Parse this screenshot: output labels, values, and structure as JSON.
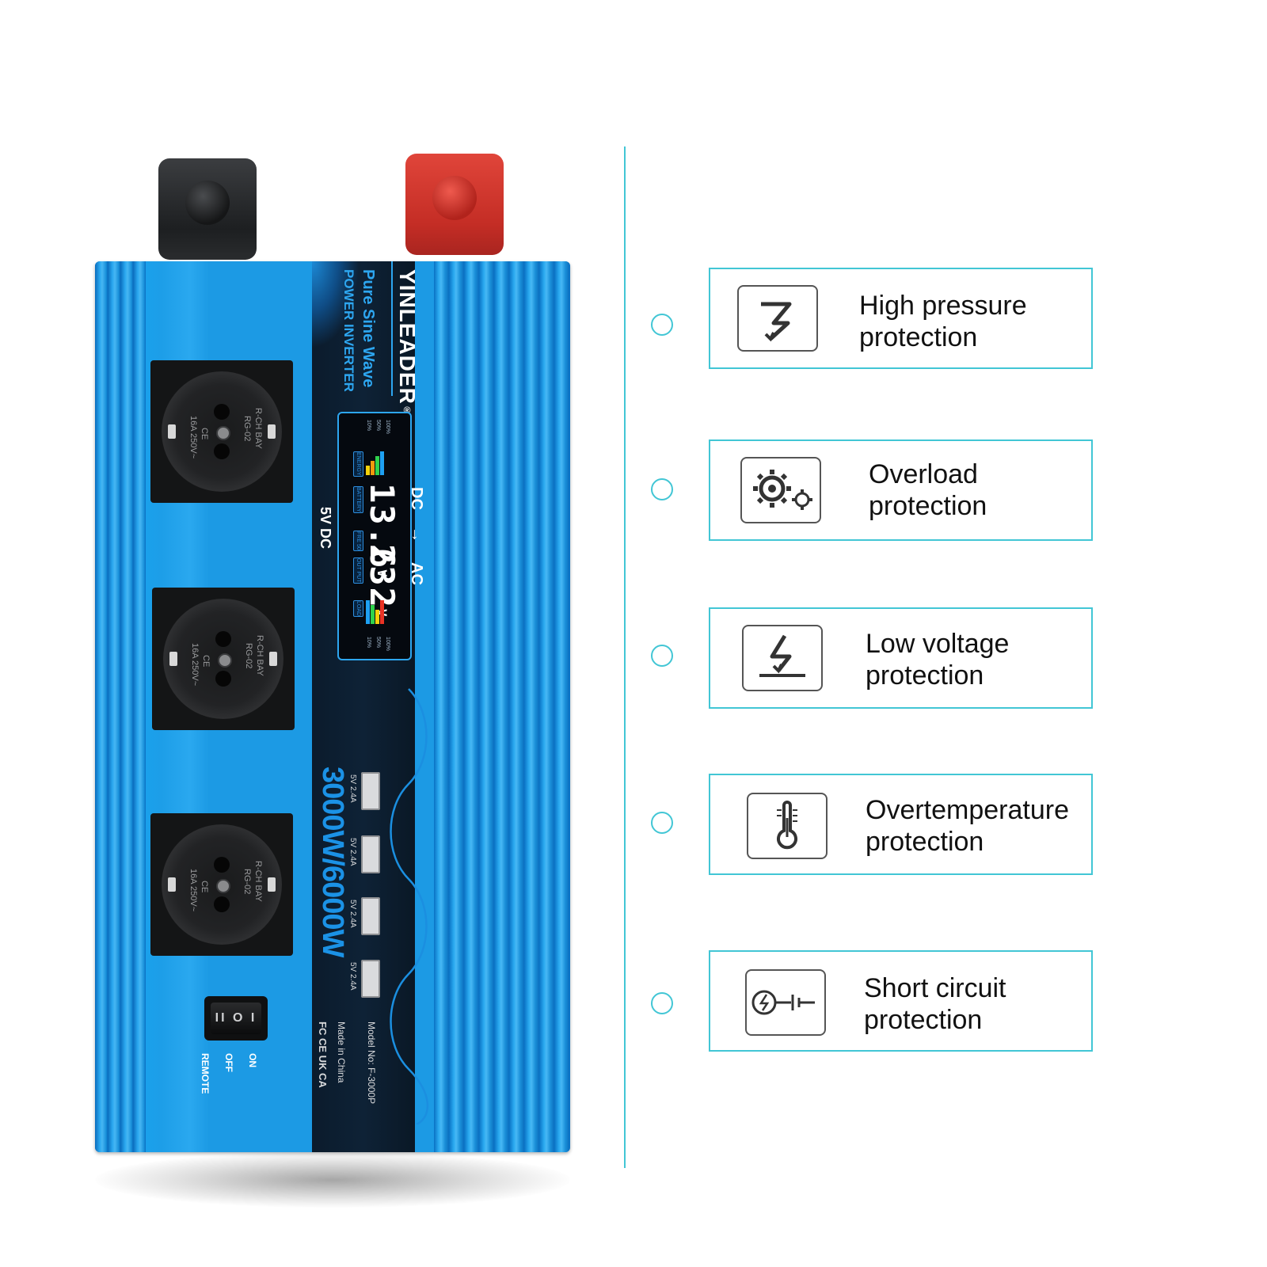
{
  "product": {
    "brand": "YINLEADER",
    "registered": "®",
    "subtitle_line1": "Pure Sine Wave",
    "subtitle_line2": "POWER INVERTER",
    "dc_label": "DC",
    "arrow": "→",
    "ac_label": "AC",
    "usb_dc_label": "5V DC",
    "power_rating": "3000W/6000W",
    "display": {
      "battery_voltage": "13.6",
      "output_voltage": "232",
      "unit": "V",
      "tag_energy": "ENERGY",
      "tag_battery": "BATTERY",
      "tag_freq": "FRE 50",
      "tag_out": "OUT PUT",
      "tag_load": "LOAD",
      "scale_100": "100%",
      "scale_50": "50%",
      "scale_10": "10%"
    },
    "usb_ports": [
      "5V 2.4A",
      "5V 2.4A",
      "5V 2.4A",
      "5V 2.4A"
    ],
    "socket_text": {
      "brand": "R-CH BAY",
      "model": "RG-02",
      "rating": "16A 250V~",
      "ce": "CE"
    },
    "model_no": "Model No: F-3000P",
    "made_in": "Made in China",
    "certs": "FC CE UK CA",
    "switch": {
      "symbol": "II O I",
      "on": "ON",
      "off": "OFF",
      "remote": "REMOTE"
    }
  },
  "features": [
    {
      "icon": "high-pressure-lightning-icon",
      "line1": "High pressure",
      "line2": "protection"
    },
    {
      "icon": "gears-icon",
      "line1": "Overload",
      "line2": "protection"
    },
    {
      "icon": "low-voltage-lightning-icon",
      "line1": "Low voltage",
      "line2": "protection"
    },
    {
      "icon": "thermometer-icon",
      "line1": "Overtemperature",
      "line2": "protection"
    },
    {
      "icon": "short-circuit-icon",
      "line1": "Short circuit",
      "line2": "protection"
    }
  ],
  "colors": {
    "accent": "#42c6d5",
    "housing_blue": "#1d9ee8",
    "terminal_red": "#c42d25"
  }
}
